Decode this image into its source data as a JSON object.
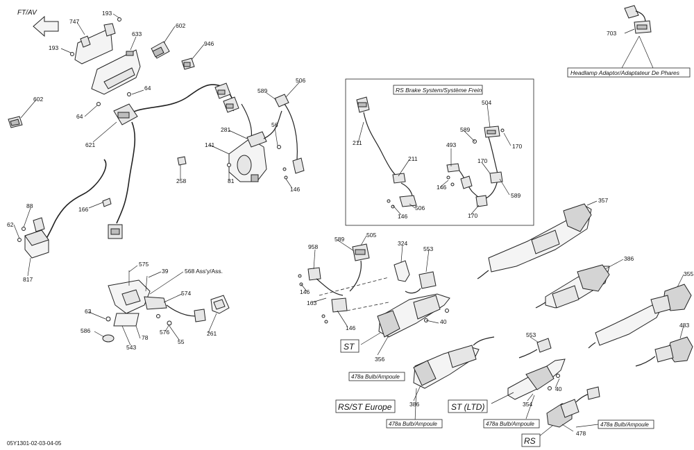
{
  "direction_label": "FT/AV",
  "figure_code": "05Y1301-02-03-04-05",
  "inset_title": "RS Brake System/Système Frein",
  "headlamp_adaptor_label": "Headlamp Adaptor/Adaptateur De Phares",
  "variant_labels": {
    "st": "ST",
    "rs_st_europe": "RS/ST Europe",
    "st_ltd": "ST (LTD)",
    "rs": "RS"
  },
  "bulb_label": "478a Bulb/Ampoule",
  "assembly_label": "568 Ass'y/Ass.",
  "callouts": {
    "c193a": "193",
    "c747": "747",
    "c193b": "193",
    "c633": "633",
    "c602a": "602",
    "c946": "946",
    "c64a": "64",
    "c64b": "64",
    "c602b": "602",
    "c621": "621",
    "c506a": "506",
    "c589a": "589",
    "c56": "56",
    "c281": "281",
    "c141": "141",
    "c81": "81",
    "c146a": "146",
    "c258": "258",
    "c166": "166",
    "c88": "88",
    "c62": "62",
    "c817": "817",
    "c575": "575",
    "c39": "39",
    "c574": "574",
    "c63": "63",
    "c576": "576",
    "c55": "55",
    "c261": "261",
    "c586": "586",
    "c543": "543",
    "c78": "78",
    "c703": "703",
    "c211a": "211",
    "c211b": "211",
    "c504": "504",
    "c589b": "589",
    "c493": "493",
    "c170a": "170",
    "c170b": "170",
    "c146b": "146",
    "c146c": "146",
    "c506b": "506",
    "c589c": "589",
    "c170c": "170",
    "c357": "357",
    "c386a": "386",
    "c355": "355",
    "c483": "483",
    "c958": "958",
    "c589d": "589",
    "c505": "505",
    "c324": "324",
    "c553a": "553",
    "c146d": "146",
    "c163": "163",
    "c146e": "146",
    "c40a": "40",
    "c356": "356",
    "c386b": "386",
    "c553b": "553",
    "c40b": "40",
    "c354": "354",
    "c478": "478"
  }
}
